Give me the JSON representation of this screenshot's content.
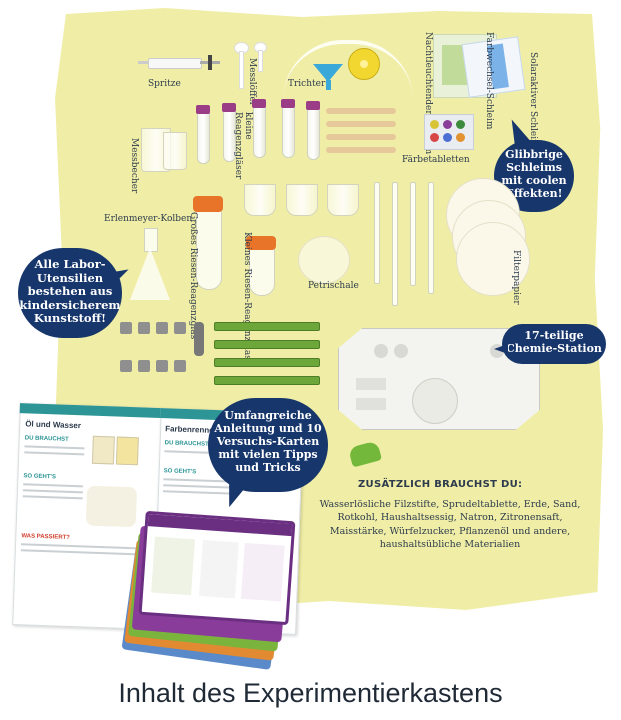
{
  "labels": {
    "spritze": "Spritze",
    "messloeffel": "Messlöffel",
    "trichter": "Trichter",
    "nachtleuchtender": "Nachtleuchtender Schleim",
    "farbwechsel": "Farbwechsel-Schleim",
    "solaraktiver": "Solaraktiver Schleim",
    "messbecher": "Messbecher",
    "kleine_reagenzglaeser": "kleine Reagenzgläser",
    "faerbetabletten": "Färbetabletten",
    "erlenmeyer": "Erlenmeyer-Kolben",
    "grosses_riesen": "Großes Riesen-Reagenzglas",
    "kleines_riesen": "Kleines Riesen-Reagenzglas",
    "petrischale": "Petrischale",
    "filterpapier": "Filterpapier"
  },
  "bubbles": {
    "glibbrige": [
      "Glibbrige",
      "Schleims",
      "mit coolen",
      "Effekten!"
    ],
    "labor": [
      "Alle Labor-",
      "Utensilien",
      "bestehen aus",
      "kindersicherem",
      "Kunststoff!"
    ],
    "station": [
      "17-teilige",
      "Chemie-Station"
    ],
    "anleitung": [
      "Umfangreiche",
      "Anleitung und 10",
      "Versuchs-Karten",
      "mit vielen Tipps",
      "und Tricks"
    ]
  },
  "extra": {
    "heading": "ZUSÄTZLICH BRAUCHST DU:",
    "lines": [
      "Wasserlösliche Filzstifte, Sprudeltablette, Erde, Sand,",
      "Rotkohl, Haushaltsessig, Natron, Zitronensaft,",
      "Maisstärke, Würfelzucker, Pflanzenöl und andere,",
      "haushaltsübliche Materialien"
    ]
  },
  "booklet": {
    "left_heading": "Öl und Wasser",
    "right_heading": "Farbenrennen",
    "sub1": "DU BRAUCHST",
    "sub2": "SO GEHT'S",
    "sub3": "WAS PASSIERT?"
  },
  "caption": "Inhalt des Experimentierkastens",
  "colors": {
    "sheet": "#f0eea6",
    "bubble": "#17366b",
    "purple_cap": "#9b3d86",
    "orange_cap": "#e8742a",
    "green": "#6da73a",
    "teal": "#2d9596"
  }
}
